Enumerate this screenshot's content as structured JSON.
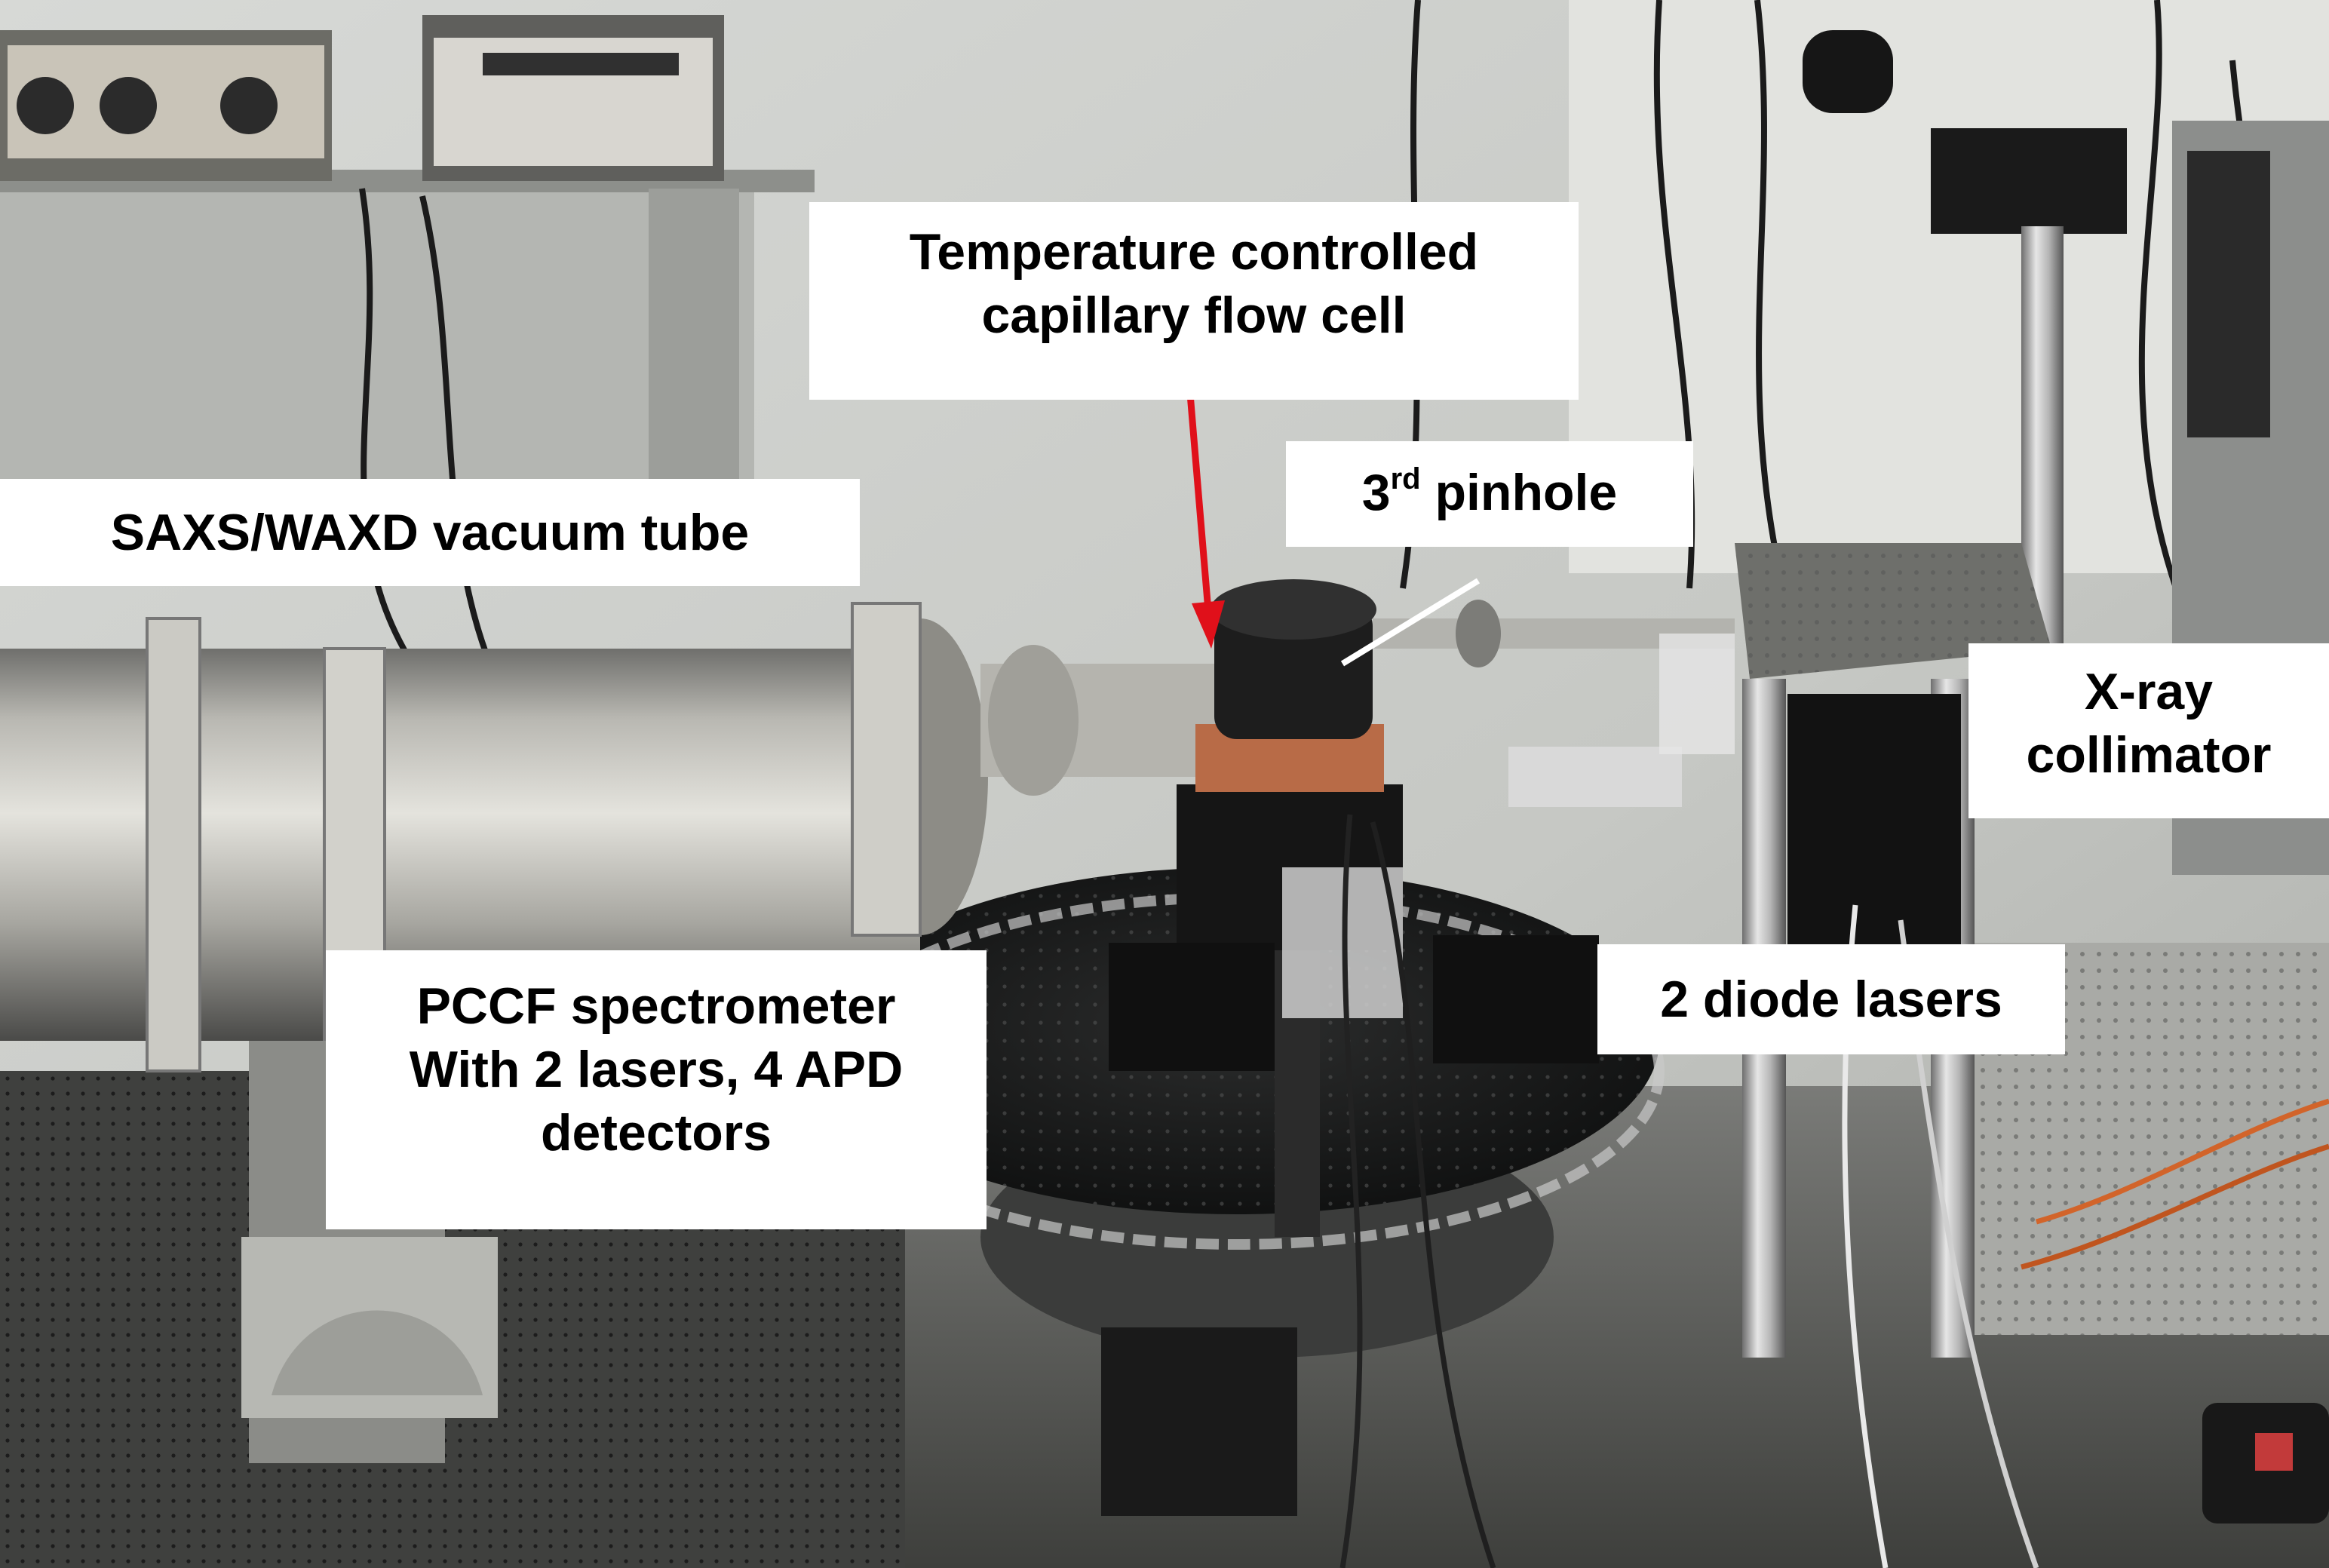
{
  "photo": {
    "labels": {
      "flow_cell": [
        "Temperature controlled",
        "capillary flow cell"
      ],
      "pinhole": {
        "number": "3",
        "superscript": "rd",
        "text": " pinhole"
      },
      "vacuum_tube": [
        "SAXS/WAXD vacuum tube"
      ],
      "collimator": [
        "X-ray",
        "collimator"
      ],
      "spectrometer": [
        "PCCF spectrometer",
        "With 2 lasers, 4 APD",
        "detectors"
      ],
      "diode_lasers": [
        "2 diode lasers"
      ]
    },
    "colors": {
      "pointer_arrow": "#e0101a",
      "label_background": "#ffffff",
      "pointer_line": "#ffffff"
    }
  }
}
